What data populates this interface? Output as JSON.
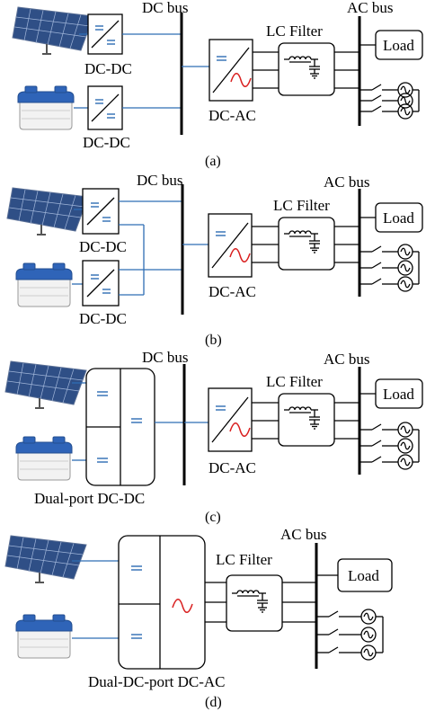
{
  "colors": {
    "wire_dc": "#2e6db4",
    "converter_symbol": "#2e6db4",
    "sine_inverter": "#d92020",
    "sine_source": "#000000",
    "solar_panel": "#2f4f86",
    "battery_cap": "#2f64b8"
  },
  "icons": {
    "solar_panel": "solar-panel-icon",
    "battery": "battery-icon",
    "dcdc": "dc-dc-converter-icon",
    "dcac": "dc-ac-inverter-icon",
    "inductor": "inductor-icon",
    "capacitor": "capacitor-icon",
    "switch": "switch-icon",
    "ac_source": "ac-source-icon"
  },
  "panels": [
    {
      "caption": "(a)",
      "dc_bus": "DC bus",
      "ac_bus": "AC bus",
      "lc_filter": "LC Filter",
      "load": "Load",
      "converter_top": "DC-DC",
      "converter_bottom": "DC-DC",
      "inverter": "DC-AC"
    },
    {
      "caption": "(b)",
      "dc_bus": "DC bus",
      "ac_bus": "AC bus",
      "lc_filter": "LC Filter",
      "load": "Load",
      "converter_top": "DC-DC",
      "converter_bottom": "DC-DC",
      "inverter": "DC-AC"
    },
    {
      "caption": "(c)",
      "dc_bus": "DC bus",
      "ac_bus": "AC bus",
      "lc_filter": "LC Filter",
      "load": "Load",
      "dual_converter": "Dual-port DC-DC",
      "inverter": "DC-AC"
    },
    {
      "caption": "(d)",
      "ac_bus": "AC bus",
      "lc_filter": "LC Filter",
      "load": "Load",
      "dual_inverter": "Dual-DC-port DC-AC"
    }
  ]
}
